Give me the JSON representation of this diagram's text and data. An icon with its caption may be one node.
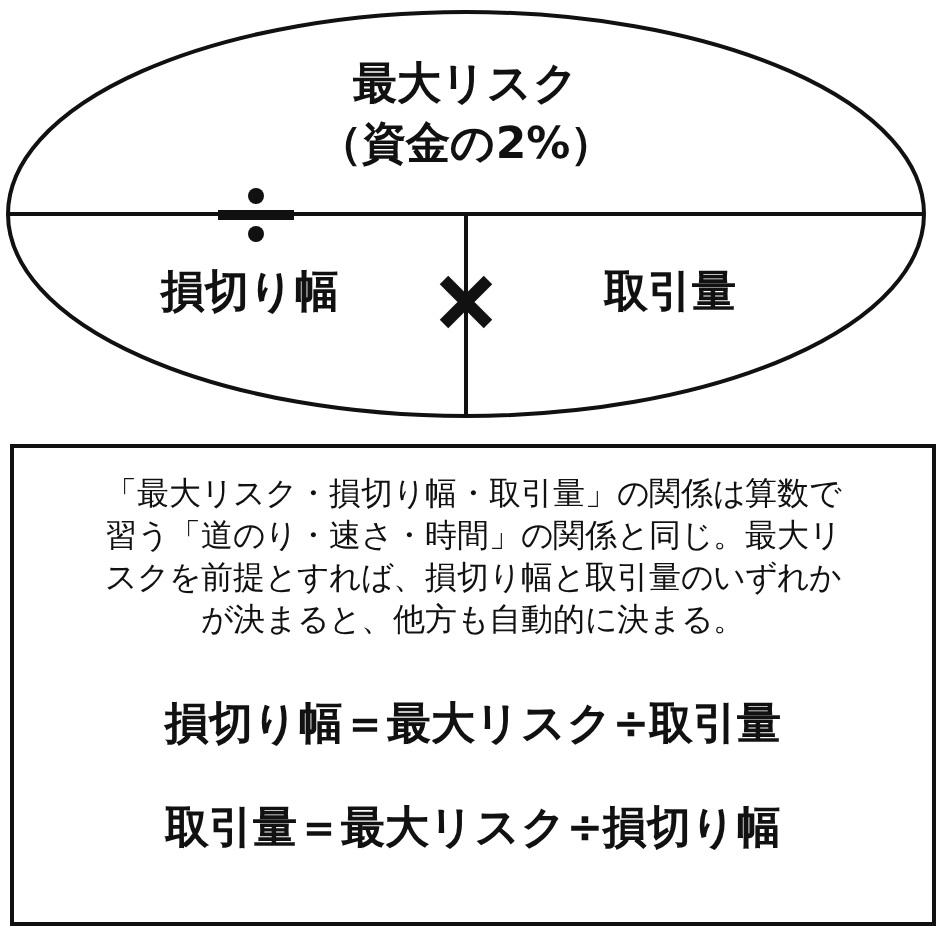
{
  "diagram": {
    "nodes": [
      {
        "text": [
          "最大リスク",
          "（資金の2%）"
        ]
      },
      {
        "text": [
          "損切り幅"
        ]
      },
      {
        "text": [
          "取引量"
        ]
      },
      {
        "text": [
          "「最大リスク・損切り幅・取引量」の関係は算数で習う「道のり・速さ・時間」の関係と同じ。最大リスクを前提とすれば、損切り幅と取引量のいずれかが決まると、他方も自動的に決まる。",
          "損切り幅＝最大リスク÷取引量",
          "取引量＝最大リスク÷損切り幅"
        ]
      }
    ]
  }
}
